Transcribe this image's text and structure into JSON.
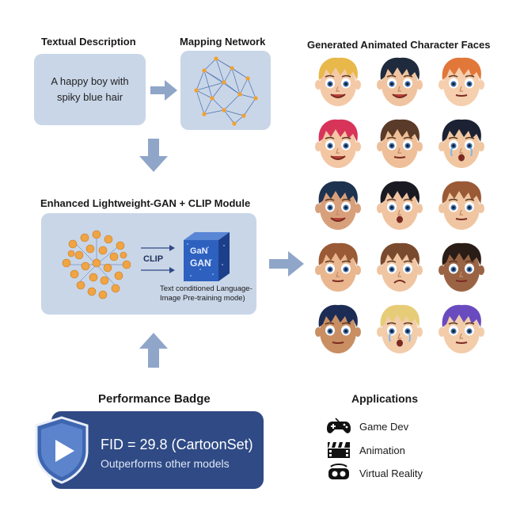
{
  "textual": {
    "title": "Textual Description",
    "prompt": "A happy boy with spiky blue hair"
  },
  "mapping": {
    "title": "Mapping Network"
  },
  "enhanced": {
    "title": "Enhanced Lightweight-GAN + CLIP Module",
    "clip_label": "CLIP",
    "cube_label_1": "GaN",
    "cube_label_2": "GAN",
    "caption": "Text conditioned Language-Image Pre-training mode)"
  },
  "faces": {
    "title": "Generated Animated Character Faces",
    "items": [
      {
        "hair": "#e8b84a",
        "skin": "#f4c9a8",
        "expr": "smile"
      },
      {
        "hair": "#1f2a3c",
        "skin": "#f0c4a0",
        "expr": "smile"
      },
      {
        "hair": "#e2773a",
        "skin": "#f5cfae",
        "expr": "flat"
      },
      {
        "hair": "#d8345a",
        "skin": "#f3c6a4",
        "expr": "smile"
      },
      {
        "hair": "#5a3a28",
        "skin": "#eebf98",
        "expr": "flat"
      },
      {
        "hair": "#1c2233",
        "skin": "#f1c7a2",
        "expr": "cry"
      },
      {
        "hair": "#1e3350",
        "skin": "#d8a07a",
        "expr": "smile"
      },
      {
        "hair": "#1a1a22",
        "skin": "#f0c4a0",
        "expr": "open"
      },
      {
        "hair": "#9a5a35",
        "skin": "#f0c6a2",
        "expr": "flat"
      },
      {
        "hair": "#9a5a35",
        "skin": "#e9b68e",
        "expr": "flat"
      },
      {
        "hair": "#7a4a2e",
        "skin": "#f0c6a2",
        "expr": "sad"
      },
      {
        "hair": "#2a1c16",
        "skin": "#9a6444",
        "expr": "flat"
      },
      {
        "hair": "#1c2c55",
        "skin": "#c98e62",
        "expr": "flat"
      },
      {
        "hair": "#e7cc78",
        "skin": "#f3ccaa",
        "expr": "cry"
      },
      {
        "hair": "#6a4bbf",
        "skin": "#f3ccaa",
        "expr": "flat"
      }
    ]
  },
  "badge": {
    "title": "Performance Badge",
    "metric": "FID = 29.8 (CartoonSet)",
    "subtitle": "Outperforms other models",
    "color": "#2f4a85"
  },
  "applications": {
    "title": "Applications",
    "items": [
      {
        "label": "Game Dev",
        "icon": "gamepad-icon"
      },
      {
        "label": "Animation",
        "icon": "clapperboard-icon"
      },
      {
        "label": "Virtual Reality",
        "icon": "vr-headset-icon"
      }
    ]
  },
  "colors": {
    "panel": "#c9d6e8",
    "arrow": "#8fa6c9",
    "node": "#f2a12e",
    "edge": "#4a6fb0"
  }
}
